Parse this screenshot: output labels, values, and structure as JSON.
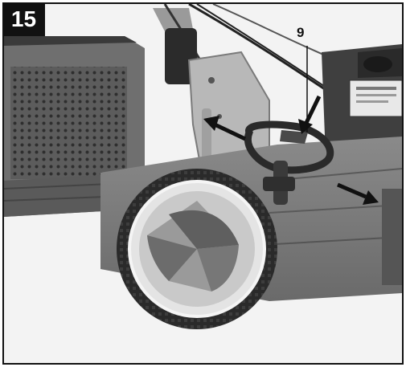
{
  "figure": {
    "number": "15",
    "callouts": [
      {
        "label": "9",
        "target": "height-adjustment-lever"
      }
    ],
    "arrows": [
      "left-up-arrow",
      "down-pointer-arrow",
      "right-down-arrow"
    ],
    "colors": {
      "badge": "#111111",
      "badge_text": "#ffffff",
      "frame": "#111111"
    }
  }
}
